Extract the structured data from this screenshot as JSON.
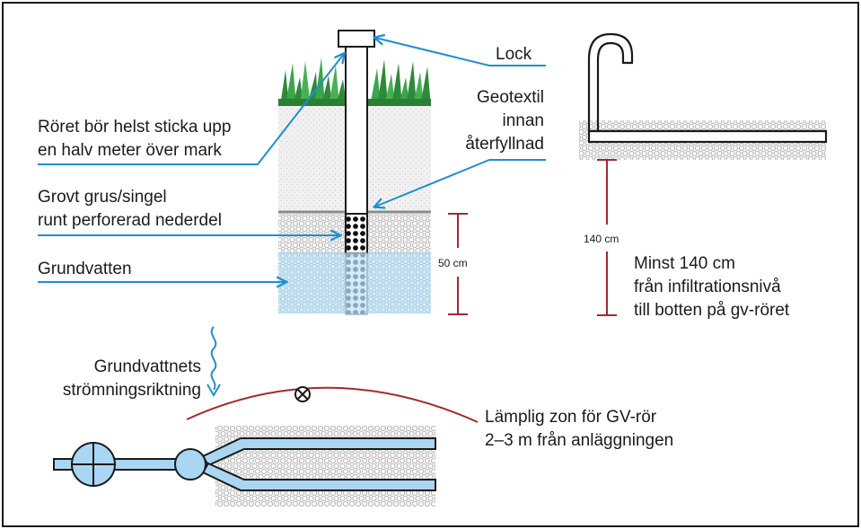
{
  "labels": {
    "lock": "Lock",
    "pipe_height_line1": "Röret bör helst sticka upp",
    "pipe_height_line2": "en halv meter över mark",
    "geotextile_line1": "Geotextil",
    "geotextile_line2": "innan",
    "geotextile_line3": "återfyllnad",
    "gravel_line1": "Grovt grus/singel",
    "gravel_line2": "runt perforerad nederdel",
    "groundwater": "Grundvatten",
    "dim_50": "50 cm",
    "dim_140": "140 cm",
    "min_140_line1": "Minst 140 cm",
    "min_140_line2": "från infiltrationsnivå",
    "min_140_line3": "till botten på gv-röret",
    "flow_line1": "Grundvattnets",
    "flow_line2": "strömningsriktning",
    "zone_line1": "Lämplig zon för GV-rör",
    "zone_line2": "2–3 m från anläggningen"
  },
  "colors": {
    "arrow_blue": "#1f8fd2",
    "dimension_red": "#a32a2a",
    "water_blue": "#cfe8f7",
    "pipe_fill": "#a9d6f2",
    "grass_green": "#2e8a3a",
    "outline": "#1a1a1a"
  },
  "icons": {
    "marker": "circle-cross-icon",
    "flow": "wavy-arrow-icon"
  }
}
